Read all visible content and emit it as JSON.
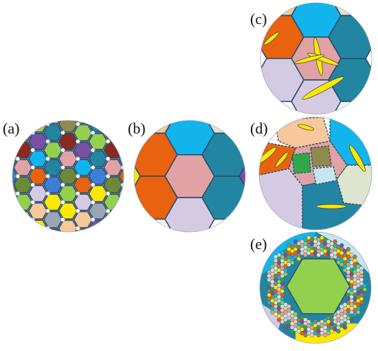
{
  "panels": [
    {
      "id": "a",
      "label": "(a)"
    },
    {
      "id": "b",
      "label": "(b)"
    },
    {
      "id": "c",
      "label": "(c)"
    },
    {
      "id": "d",
      "label": "(d)"
    },
    {
      "id": "e",
      "label": "(e)"
    }
  ],
  "palette": {
    "peach": "#f8c89a",
    "sky": "#12b4ec",
    "sage": "#dde5cf",
    "orange": "#e8620f",
    "rose": "#e0a2a4",
    "teal": "#2286a2",
    "lavender": "#d4cbe3",
    "yellow": "#ffe800",
    "lime": "#93d04e",
    "purple": "#7a4fa6",
    "green": "#2ea84a",
    "olive": "#8f8a4e",
    "pale_blue": "#c6e6ef",
    "gray": "#9aa6b2",
    "maroon": "#8a2a1e",
    "olive_dark": "#6c8a36",
    "blue": "#3d7fd6",
    "light_gray": "#eeeeee"
  },
  "grain_map_a": [
    "sage",
    "peach",
    "lime",
    "purple",
    "sky",
    "orange",
    "lavender",
    "peach",
    "yellow",
    "sky",
    "orange",
    "rose",
    "sage",
    "teal",
    "lime",
    "teal",
    "blue",
    "yellow",
    "gray",
    "purple",
    "orange",
    "lavender",
    "teal",
    "peach",
    "olive",
    "maroon",
    "rose",
    "olive_dark",
    "lime",
    "yellow",
    "peach",
    "purple",
    "sky"
  ],
  "grain_map_b": [
    "peach",
    "sky",
    "sage",
    "orange",
    "rose",
    "teal",
    "lavender",
    "teal",
    "orange",
    "yellow",
    "purple",
    "rose"
  ],
  "grain_map_c": [
    "peach",
    "sky",
    "sage",
    "orange",
    "rose",
    "teal",
    "lavender",
    "teal",
    "lavender",
    "teal"
  ],
  "grain_map_d": [
    "peach",
    "sky",
    "sage",
    "orange",
    "rose",
    "teal",
    "lavender",
    "teal",
    "green",
    "olive",
    "pale_blue",
    "yellow"
  ],
  "grain_map_e": [
    "lime",
    "pale_blue",
    "sky",
    "teal",
    "yellow",
    "orange",
    "rose",
    "sage",
    "lavender",
    "green",
    "purple",
    "olive"
  ]
}
